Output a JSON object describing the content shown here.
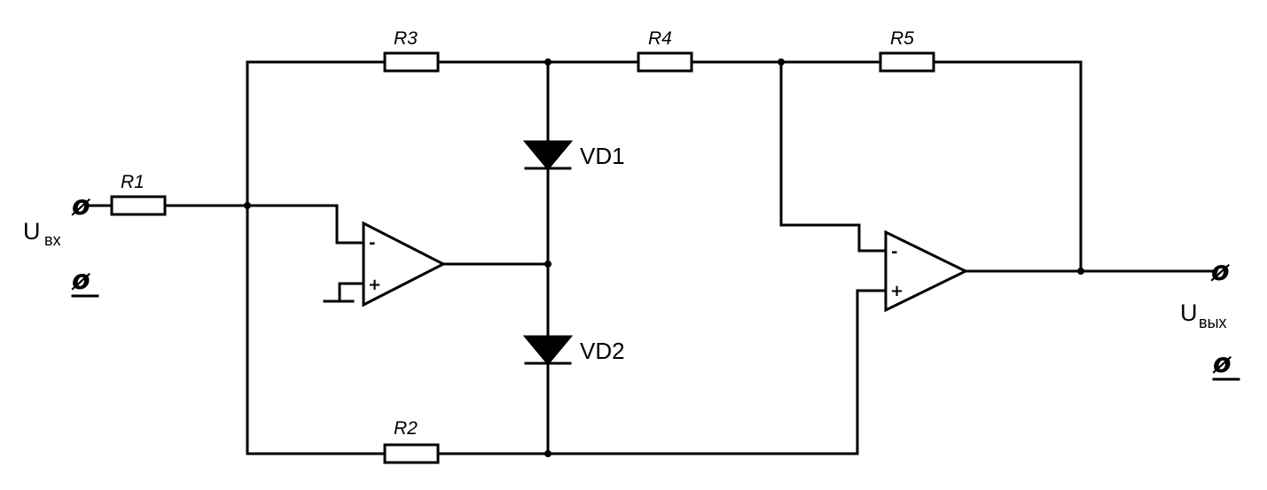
{
  "resistors": [
    "R1",
    "R2",
    "R3",
    "R4",
    "R5"
  ],
  "diodes": [
    "VD1",
    "VD2"
  ],
  "opamp_inputs": {
    "inverting": "-",
    "non_inverting": "+"
  },
  "input_label": {
    "main": "U",
    "sub": "вх"
  },
  "output_label": {
    "main": "U",
    "sub": "вых"
  },
  "terminal_symbol": "ø"
}
